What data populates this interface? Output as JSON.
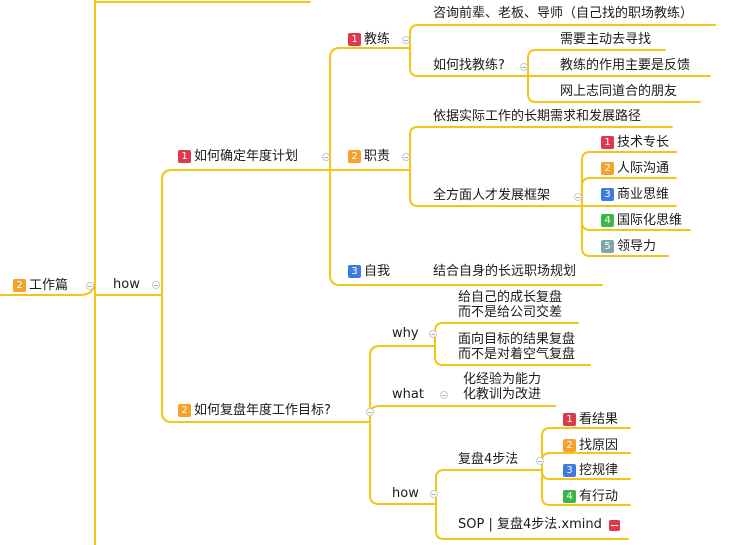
{
  "colors": {
    "line": "#F4C517",
    "badge1": "#E0394A",
    "badge2": "#F4A32A",
    "badge3": "#3D7BE0",
    "badge4": "#3CB54A",
    "badge5": "#7FA6AE"
  },
  "root": {
    "num": "2",
    "label": "工作篇"
  },
  "how": {
    "label": "how"
  },
  "plan": {
    "num": "1",
    "label": "如何确定年度计划",
    "coach": {
      "num": "1",
      "label": "教练",
      "seek": "咨询前辈、老板、导师（自己找的职场教练）",
      "how_find": "如何找教练?",
      "items": [
        "需要主动去寻找",
        "教练的作用主要是反馈",
        "网上志同道合的朋友"
      ]
    },
    "duty": {
      "num": "2",
      "label": "职责",
      "basis": "依据实际工作的长期需求和发展路径",
      "framework": "全方面人才发展框架",
      "items": [
        {
          "num": "1",
          "label": "技术专长"
        },
        {
          "num": "2",
          "label": "人际沟通"
        },
        {
          "num": "3",
          "label": "商业思维"
        },
        {
          "num": "4",
          "label": "国际化思维"
        },
        {
          "num": "5",
          "label": "领导力"
        }
      ]
    },
    "self": {
      "num": "3",
      "label": "自我",
      "desc": "结合自身的长远职场规划"
    }
  },
  "review": {
    "num": "2",
    "label": "如何复盘年度工作目标?",
    "why": {
      "label": "why",
      "items": [
        "给自己的成长复盘\n而不是给公司交差",
        "面向目标的结果复盘\n而不是对着空气复盘"
      ]
    },
    "what": {
      "label": "what",
      "desc": "化经验为能力\n化教训为改进"
    },
    "how": {
      "label": "how",
      "steps_title": "复盘4步法",
      "steps": [
        {
          "num": "1",
          "label": "看结果"
        },
        {
          "num": "2",
          "label": "找原因"
        },
        {
          "num": "3",
          "label": "挖规律"
        },
        {
          "num": "4",
          "label": "有行动"
        }
      ],
      "sop": "SOP | 复盘4步法.xmind"
    }
  }
}
